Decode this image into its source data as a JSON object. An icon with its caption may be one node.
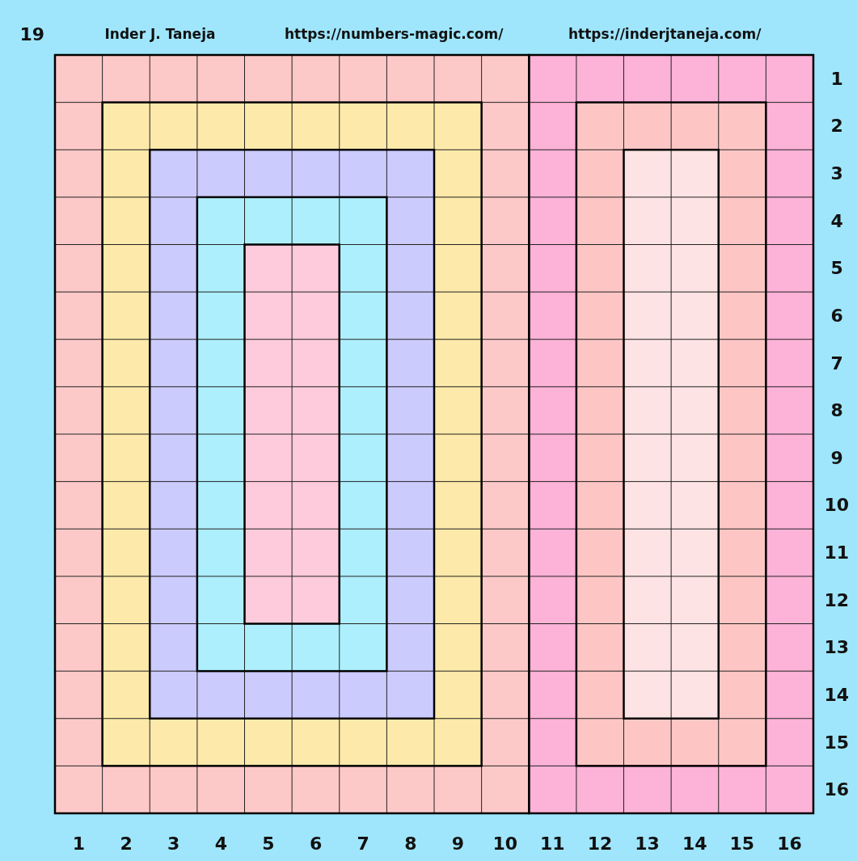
{
  "diagram": {
    "labels": [
      "19",
      "Inder J. Taneja",
      "https://numbers-magic.com/",
      "https://inderjtaneja.com/",
      "1",
      "2",
      "3",
      "4",
      "5",
      "6",
      "7",
      "8",
      "9",
      "10",
      "11",
      "12",
      "13",
      "14",
      "15",
      "16",
      "1",
      "2",
      "3",
      "4",
      "5",
      "6",
      "7",
      "8",
      "9",
      "10",
      "11",
      "12",
      "13",
      "14",
      "15",
      "16"
    ]
  }
}
